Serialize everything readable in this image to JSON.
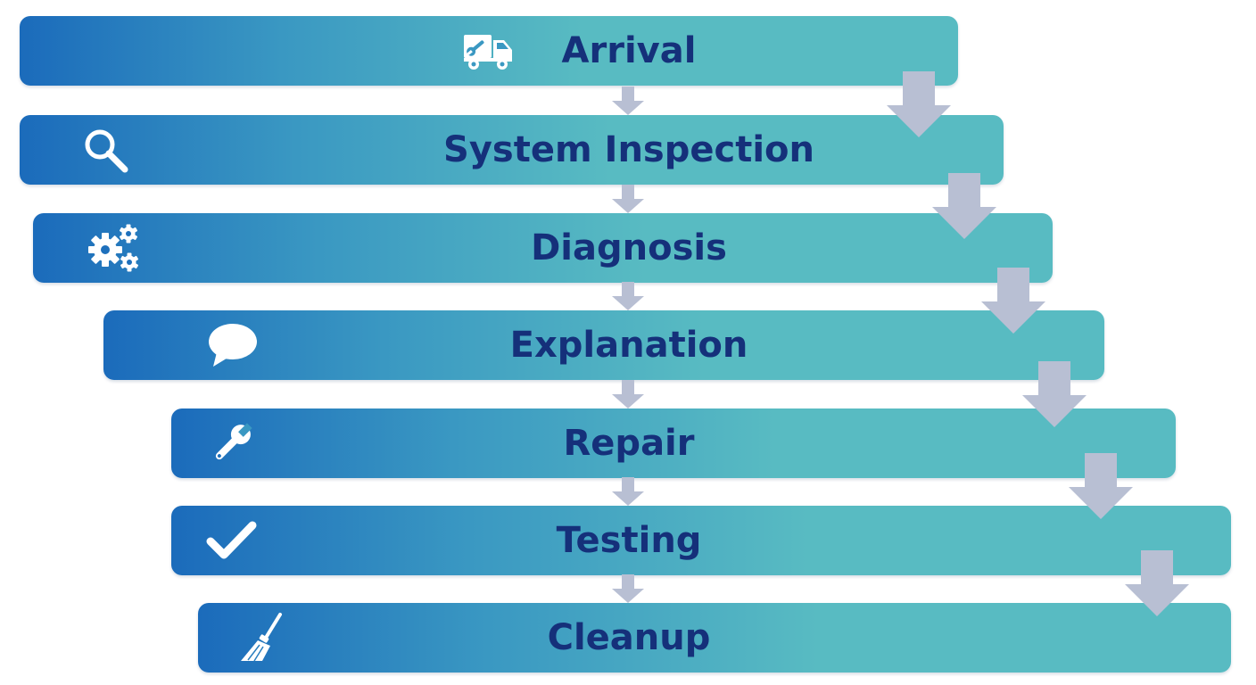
{
  "diagram": {
    "colors": {
      "gradient_start": "#1b6bbb",
      "gradient_mid": "#3a98c2",
      "gradient_end": "#58bbc2",
      "label_text": "#15307a",
      "icon": "#ffffff",
      "arrow": "#b8bfd3"
    },
    "steps": [
      {
        "label": "Arrival",
        "icon": "truck-wrench-icon"
      },
      {
        "label": "System Inspection",
        "icon": "magnifier-icon"
      },
      {
        "label": "Diagnosis",
        "icon": "gears-icon"
      },
      {
        "label": "Explanation",
        "icon": "speech-bubble-icon"
      },
      {
        "label": "Repair",
        "icon": "wrench-icon"
      },
      {
        "label": "Testing",
        "icon": "checkmark-icon"
      },
      {
        "label": "Cleanup",
        "icon": "broom-icon"
      }
    ]
  }
}
